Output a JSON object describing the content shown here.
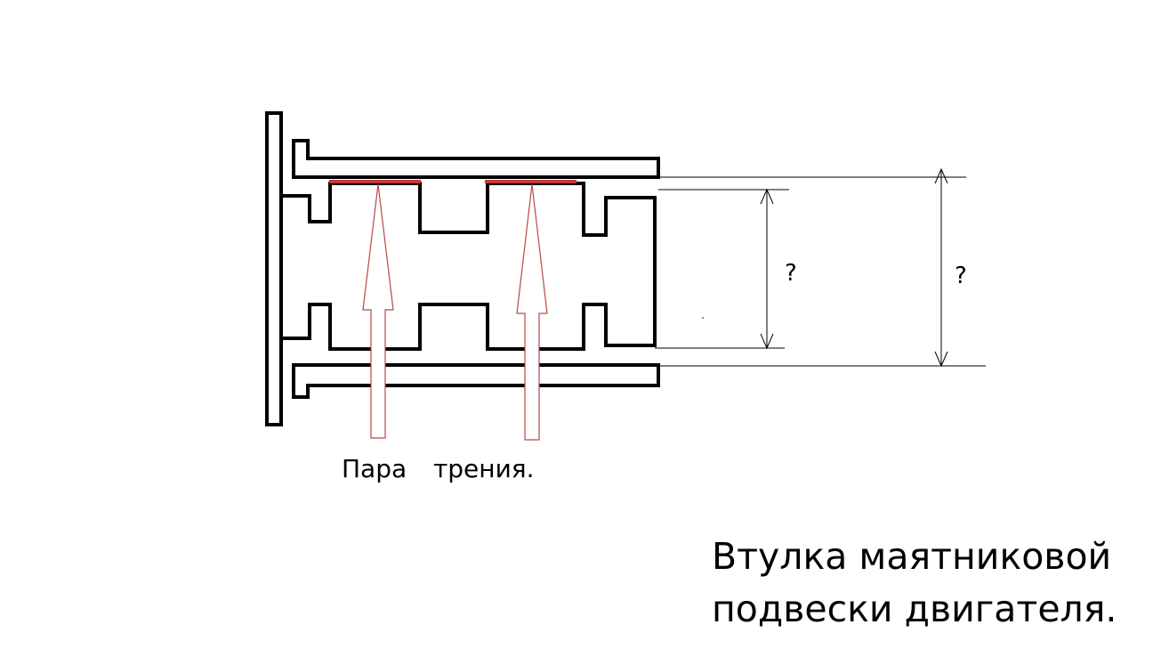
{
  "diagram": {
    "dimension_labels": [
      "?",
      "?"
    ],
    "friction_label": "Пара  трения.",
    "title_line1": "Втулка маятниковой",
    "title_line2": "подвески двигателя.",
    "colors": {
      "outline": "#000000",
      "friction_pad": "#c23a3a",
      "arrow": "#b84848"
    }
  }
}
